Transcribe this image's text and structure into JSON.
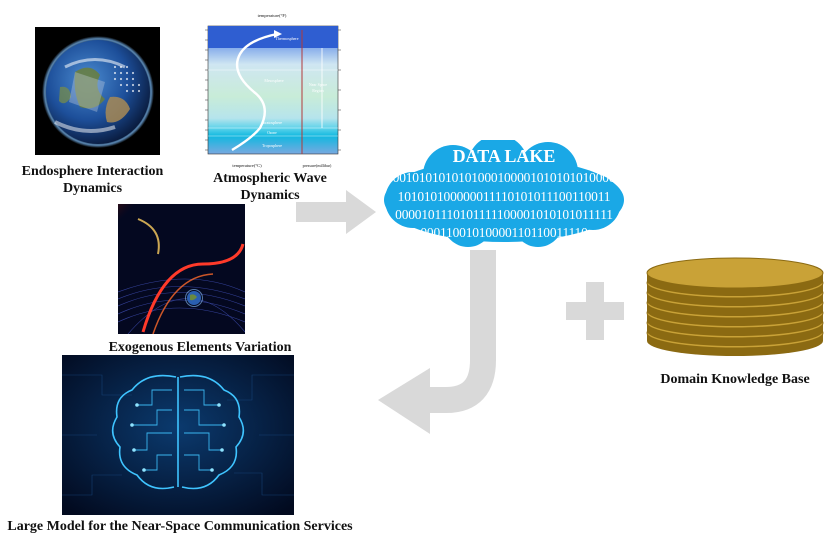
{
  "figure": {
    "inputs": [
      {
        "id": "endosphere",
        "caption_line1": "Endosphere Interaction",
        "caption_line2": "Dynamics"
      },
      {
        "id": "atmospheric",
        "caption_line1": "Atmospheric Wave",
        "caption_line2": "Dynamics"
      },
      {
        "id": "exogenous",
        "caption_line1": "Exogenous Elements Variation"
      }
    ],
    "atmosphere_chart": {
      "top_axis_label": "temperature(°F)",
      "bottom_axis_label": "temperature(°C)",
      "right_axis_label": "pressure(millibar)",
      "layers": [
        "Thermosphere",
        "Mesosphere",
        "Stratosphere",
        "Ozone",
        "Troposphere"
      ],
      "region_label_line1": "Near Space",
      "region_label_line2": "Region"
    },
    "data_lake": {
      "title": "DATA LAKE",
      "binary_lines": [
        "0010101010101000100001010101010000",
        "101010100000011110101011100110011",
        "0000101110101111100001010101011111",
        "00011001010000110110011110"
      ]
    },
    "knowledge_base": {
      "caption": "Domain Knowledge Base"
    },
    "output": {
      "caption": "Large Model for the Near-Space Communication Services"
    },
    "colors": {
      "arrow": "#d9d9d9",
      "cloud": "#1aa8e6",
      "disk_top": "#c9a237",
      "disk_side": "#8b6a12",
      "brain_glow": "#3fc4ff"
    }
  }
}
